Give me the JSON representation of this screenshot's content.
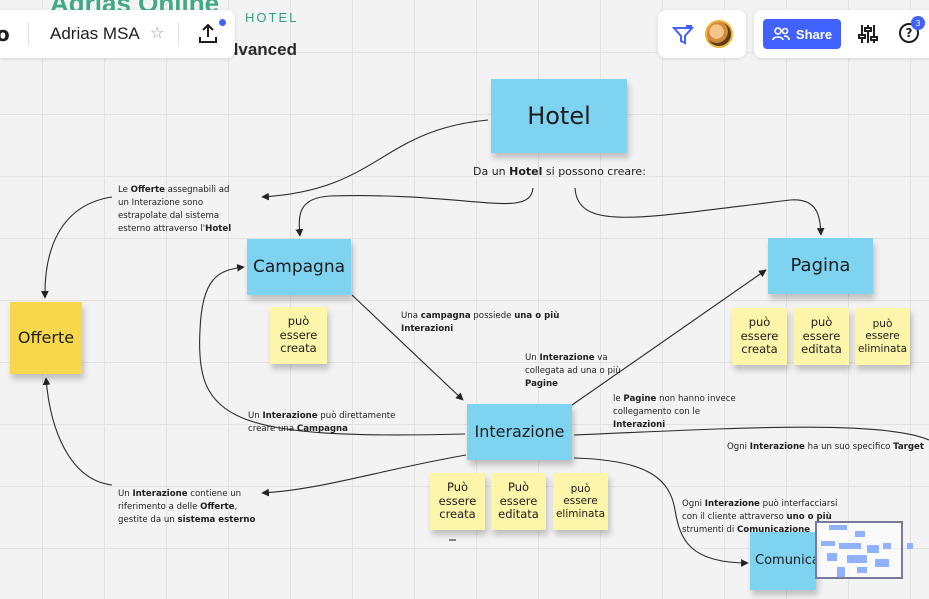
{
  "app": {
    "brand": "o",
    "board_title": "Adrias MSA",
    "star_icon": "star-icon",
    "upload_icon": "upload-icon",
    "logo_text": "Adrias Online",
    "logo_sub": "HOTEL",
    "board_subtitle": "dvanced",
    "share_label": "Share",
    "help_label": "?",
    "help_badge": "3",
    "accent": "#4262ff"
  },
  "stickies": {
    "hotel": "Hotel",
    "campagna": "Campagna",
    "pagina": "Pagina",
    "interazione": "Interazione",
    "offerte": "Offerte",
    "comunicazione": "Comunica",
    "campagna_creata": "può\nessere\ncreata",
    "pagina_creata": "può\nessere\ncreata",
    "pagina_editata": "può\nessere\neditata",
    "pagina_eliminata": "può\nessere\neliminata",
    "inter_creata": "Può\nessere\ncreata",
    "inter_editata": "Può\nessere\neditata",
    "inter_eliminata": "può\nessere\neliminata"
  },
  "notes": {
    "hotel_sub": [
      "Da un ",
      "Hotel",
      " si possono creare:"
    ],
    "offerte_note": [
      "Le ",
      "Offerte",
      " assegnabili ad\nun Interazione sono\nestrapolate dal sistema\nesterno attraverso l'",
      "Hotel"
    ],
    "campagna_inter": [
      "Una ",
      "campagna",
      " possiede ",
      "una o più\nInterazioni"
    ],
    "inter_pagine": [
      "Un ",
      "Interazione",
      " va\ncollegata ad una o più\n",
      "Pagine"
    ],
    "pagine_no": [
      "le ",
      "Pagine",
      " non hanno invece\ncollegamento con le\n",
      "Interazioni"
    ],
    "inter_campagna": [
      "Un ",
      "Interazione",
      " può direttamente\ncreare una ",
      "Campagna"
    ],
    "target": [
      "Ogni ",
      "Interazione",
      " ha un suo specifico ",
      "Target"
    ],
    "inter_offerte": [
      "Un ",
      "Interazione",
      " contiene un\nriferimento a delle ",
      "Offerte",
      ",\ngestite da un ",
      "sistema esterno"
    ],
    "comunicazione_note": [
      "Ogni ",
      "Interazione",
      " può interfacciarsi\ncon il cliente attraverso ",
      "uno o più",
      "\nstrumenti di ",
      "Comunicazione"
    ]
  },
  "colors": {
    "blue_sticky": "#7dd3f0",
    "yellow_sticky": "#fdf5a9",
    "gold_sticky": "#f7d84c"
  }
}
